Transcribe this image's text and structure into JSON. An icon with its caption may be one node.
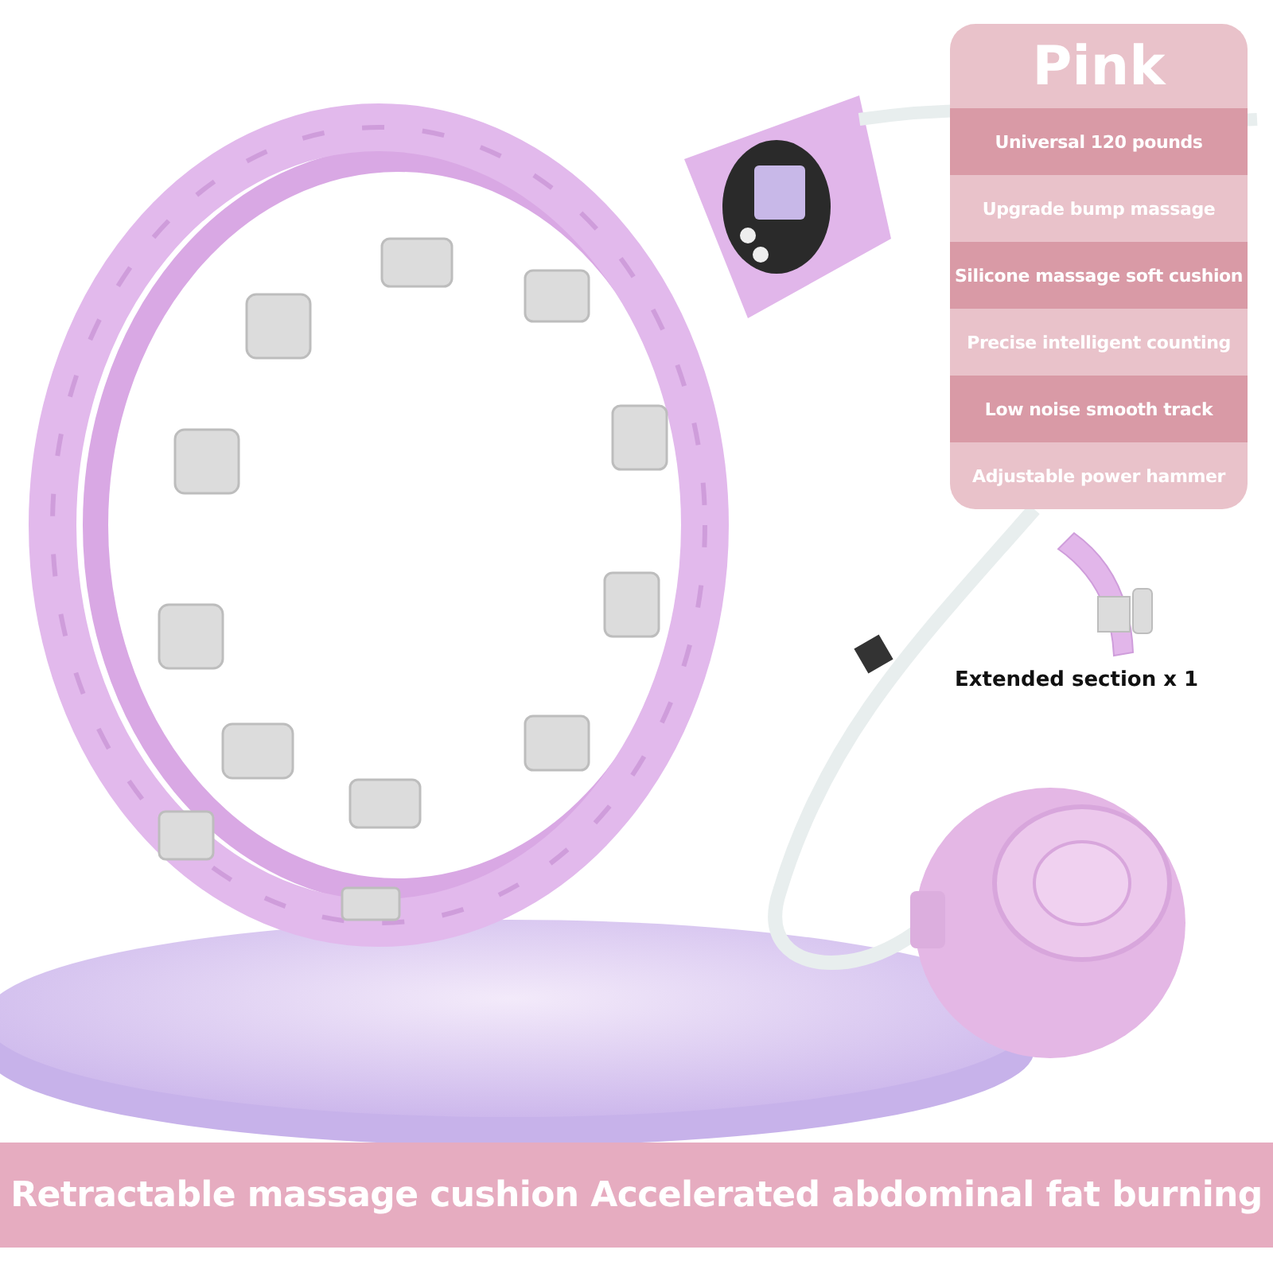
{
  "diagram": {
    "labels": [
      "Pink",
      "Universal 120 pounds",
      "Upgrade bump massage",
      "Silicone massage soft cushion",
      "Precise intelligent counting",
      "Low noise smooth track",
      "Adjustable power hammer",
      "Extended section x 1",
      "Retractable massage cushion Accelerated abdominal fat burning"
    ]
  }
}
